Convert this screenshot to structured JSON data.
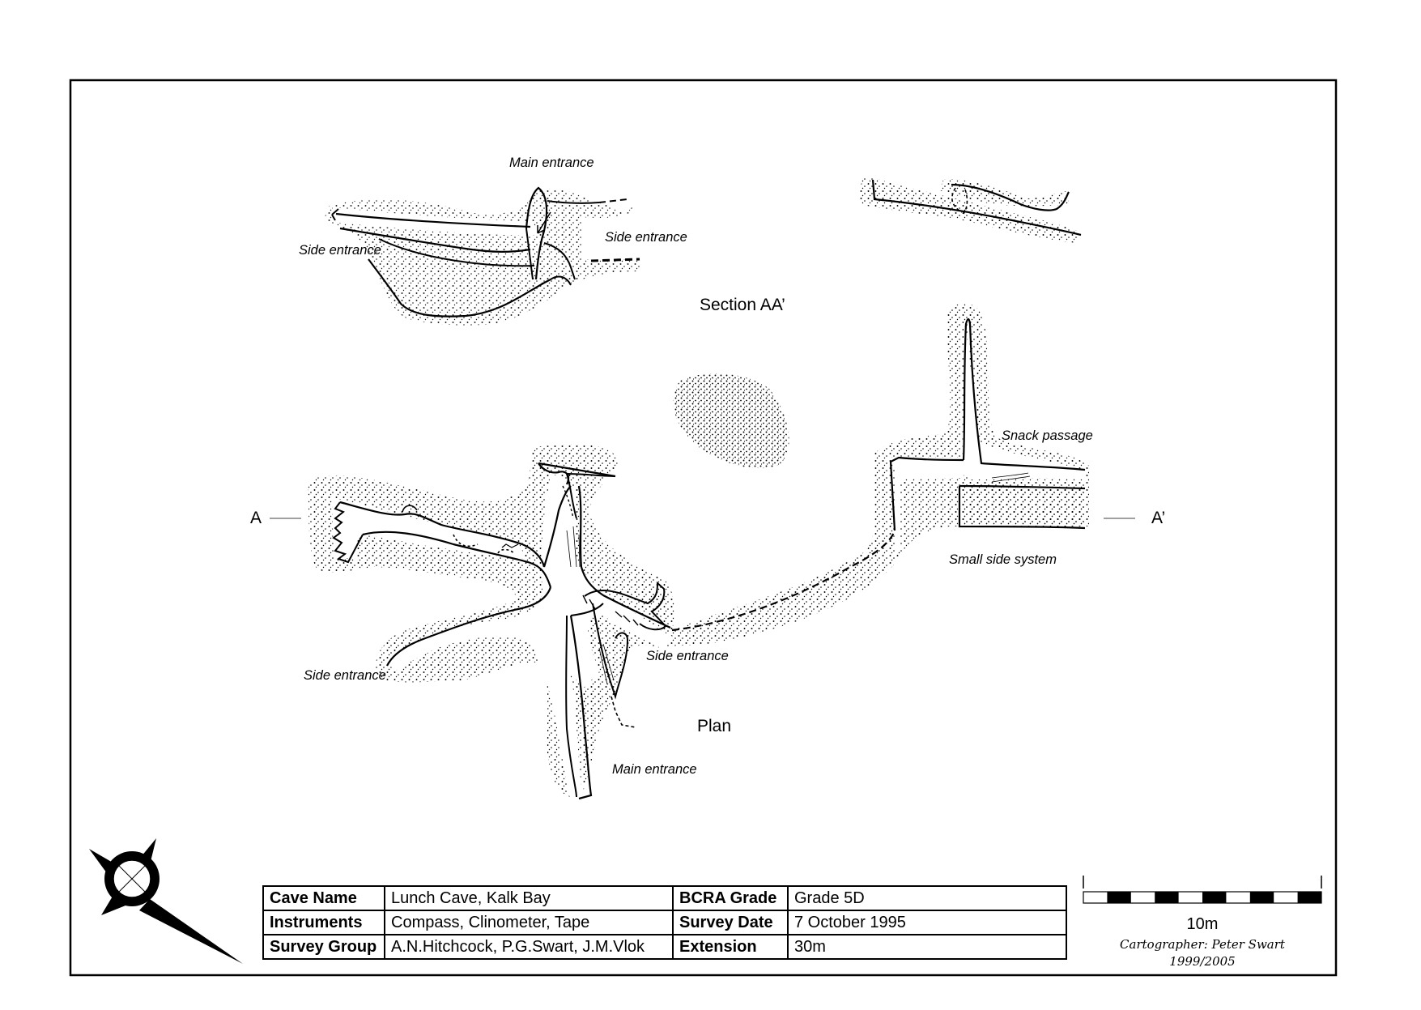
{
  "labels": {
    "section_main_entrance": "Main entrance",
    "section_side_entrance_left": "Side entrance",
    "section_side_entrance_right": "Side entrance",
    "section_title": "Section AA’",
    "snack_passage": "Snack passage",
    "ref_a": "A",
    "ref_a_prime": "A’",
    "small_side_system": "Small side system",
    "plan_side_entrance_left": "Side entrance",
    "plan_side_entrance_right": "Side entrance",
    "plan_title": "Plan",
    "plan_main_entrance": "Main entrance"
  },
  "info_table": {
    "cave_name_label": "Cave Name",
    "cave_name": "Lunch Cave, Kalk Bay",
    "instruments_label": "Instruments",
    "instruments": "Compass, Clinometer, Tape",
    "survey_group_label": "Survey Group",
    "survey_group": "A.N.Hitchcock, P.G.Swart, J.M.Vlok",
    "bcra_grade_label": "BCRA Grade",
    "bcra_grade": "Grade 5D",
    "survey_date_label": "Survey Date",
    "survey_date": "7 October 1995",
    "extension_label": "Extension",
    "extension": "30m"
  },
  "scale_bar": {
    "label": "10m",
    "segments": 10
  },
  "credits": {
    "cartographer": "Cartographer: Peter Swart",
    "years": "1999/2005"
  },
  "icons": {
    "north_arrow": "north-arrow-icon"
  },
  "colors": {
    "ink": "#000000",
    "paper": "#ffffff"
  }
}
